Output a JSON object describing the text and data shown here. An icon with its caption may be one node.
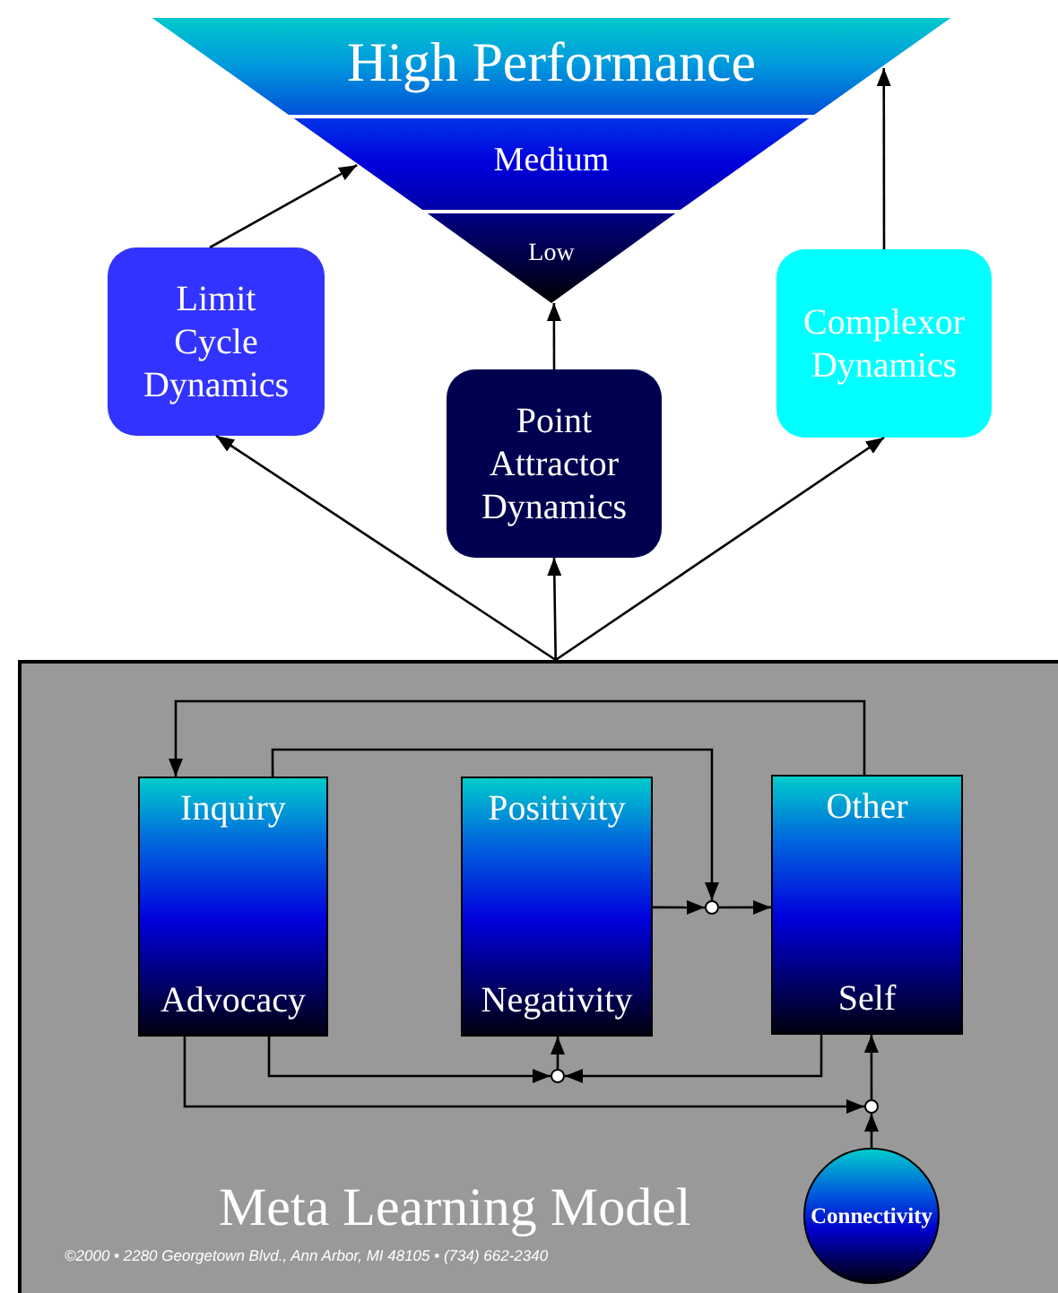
{
  "diagram": {
    "nodes": [
      {
        "text": [
          "High Performance"
        ]
      },
      {
        "text": [
          "Medium"
        ]
      },
      {
        "text": [
          "Low"
        ]
      },
      {
        "text": [
          "Limit Cycle Dynamics"
        ]
      },
      {
        "text": [
          "Point Attractor Dynamics"
        ]
      },
      {
        "text": [
          "Complexor Dynamics"
        ]
      },
      {
        "text": [
          "Meta Learning Model",
          "©2000 • 2280 Georgetown Blvd., Ann Arbor, MI 48105 • (734) 662-2340"
        ]
      },
      {
        "text": [
          "Inquiry",
          "Advocacy"
        ],
        "in": 6
      },
      {
        "text": [
          "Positivity",
          "Negativity"
        ],
        "in": 6
      },
      {
        "text": [
          "Other",
          "Self"
        ],
        "in": 6
      },
      {
        "text": [],
        "shape": "circle",
        "in": 6
      },
      {
        "text": [],
        "shape": "circle",
        "in": 6
      },
      {
        "text": [],
        "shape": "circle",
        "in": 6
      },
      {
        "text": [
          "Connectivity"
        ],
        "in": 6
      }
    ],
    "edges": [
      {
        "from": 3,
        "to": 1,
        "arrow": "to"
      },
      {
        "from": 4,
        "to": 2,
        "arrow": "to"
      },
      {
        "from": 5,
        "to": 0,
        "arrow": "to"
      },
      {
        "from": 6,
        "to": 3,
        "arrow": "to"
      },
      {
        "from": 6,
        "to": 4,
        "arrow": "to"
      },
      {
        "from": 6,
        "to": 5,
        "arrow": "to"
      },
      {
        "from": 9,
        "to": 7,
        "arrow": "to"
      },
      {
        "from": 7,
        "to": 10,
        "arrow": "to"
      },
      {
        "from": 8,
        "to": 10,
        "arrow": "to"
      },
      {
        "from": 10,
        "to": 9,
        "arrow": "to"
      },
      {
        "from": 7,
        "to": 11,
        "arrow": "to"
      },
      {
        "from": 9,
        "to": 11,
        "arrow": "to"
      },
      {
        "from": 11,
        "to": 8,
        "arrow": "to"
      },
      {
        "from": 7,
        "to": 12,
        "arrow": "to"
      },
      {
        "from": 13,
        "to": 12,
        "arrow": "to"
      },
      {
        "from": 12,
        "to": 9,
        "arrow": "to"
      }
    ]
  }
}
